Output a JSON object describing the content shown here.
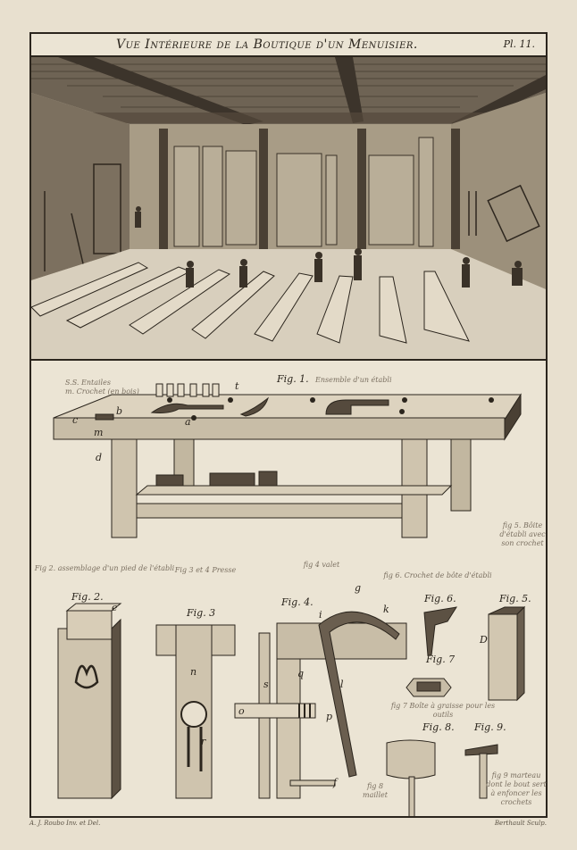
{
  "title": "Vue Intérieure de la Boutique d'un Menuisier.",
  "plate_number": "Pl. 11.",
  "figures": {
    "fig1": "Fig. 1.",
    "fig2": "Fig. 2.",
    "fig3": "Fig. 3",
    "fig4": "Fig. 4.",
    "fig5": "Fig. 5.",
    "fig6": "Fig. 6.",
    "fig7": "Fig. 7",
    "fig8": "Fig. 8.",
    "fig9": "Fig. 9."
  },
  "letters": {
    "a": "a",
    "b": "b",
    "c": "c",
    "d": "d",
    "e": "e",
    "f": "f",
    "g": "g",
    "i": "i",
    "k": "k",
    "l": "l",
    "m": "m",
    "n": "n",
    "o": "o",
    "p": "p",
    "q": "q",
    "r": "r",
    "s": "s",
    "t": "t",
    "D": "D"
  },
  "handwritten": {
    "fig1_note": "Ensemble d'un établi",
    "legend_s": "S.S. Entailes",
    "legend_m": "m. Crochet (en bois)",
    "fig2_note": "Fig 2. assemblage d'un pied de l'établi",
    "fig3_note": "Fig 3 et 4 Presse",
    "fig4_note": "fig 4 valet",
    "fig6_note": "fig 6. Crochet de bôte d'établi",
    "fig5_note": "fig 5. Bôite d'établi avec son crochet",
    "fig7_note": "fig 7 Boîte à graisse pour les outils",
    "fig8_note": "fig 8 maillet",
    "fig9_note": "fig 9 marteau dont le bout sert à enfoncer les crochets"
  },
  "credits": {
    "left": "A. J. Roubo Inv. et Del.",
    "right": "Berthault Sculp."
  },
  "colors": {
    "paper": "#e8e0cf",
    "ink": "#2b251d",
    "wood": "#b8ad98"
  }
}
